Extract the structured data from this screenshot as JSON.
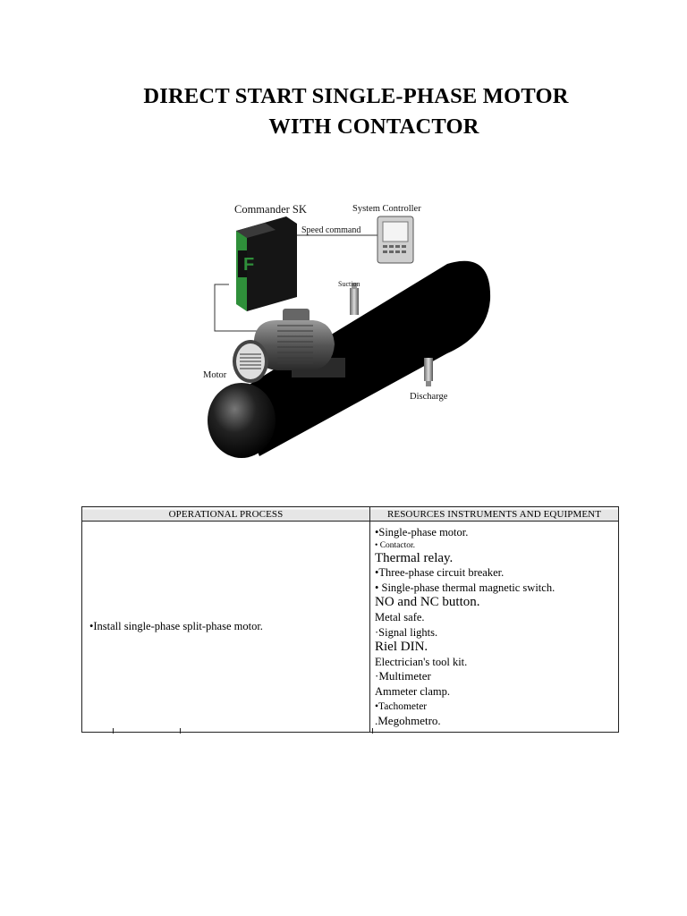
{
  "document": {
    "title_line1": "DIRECT START SINGLE-PHASE MOTOR",
    "title_line2": "WITH CONTACTOR"
  },
  "figure": {
    "labels": {
      "commander": "Commander SK",
      "system_controller": "System Controller",
      "speed_command": "Speed command",
      "suction": "Suction",
      "motor": "Motor",
      "discharge": "Discharge"
    },
    "colors": {
      "tank": "#000000",
      "drive_green": "#2f8f3a",
      "drive_body": "#1a1a1a"
    }
  },
  "table": {
    "header_process": "OPERATIONAL PROCESS",
    "header_resources": "RESOURCES INSTRUMENTS AND EQUIPMENT",
    "process": "•Install single-phase split-phase motor.",
    "resources": [
      "•Single-phase motor.",
      "• Contactor.",
      "Thermal relay.",
      "•Three-phase circuit breaker.",
      "• Single-phase thermal magnetic switch.",
      "NO and NC button.",
      "Metal safe.",
      "·Signal lights.",
      "Riel DIN.",
      "Electrician's tool kit.",
      "·Multimeter",
      "Ammeter clamp.",
      "•Tachometer",
      ".Megohmetro."
    ]
  }
}
